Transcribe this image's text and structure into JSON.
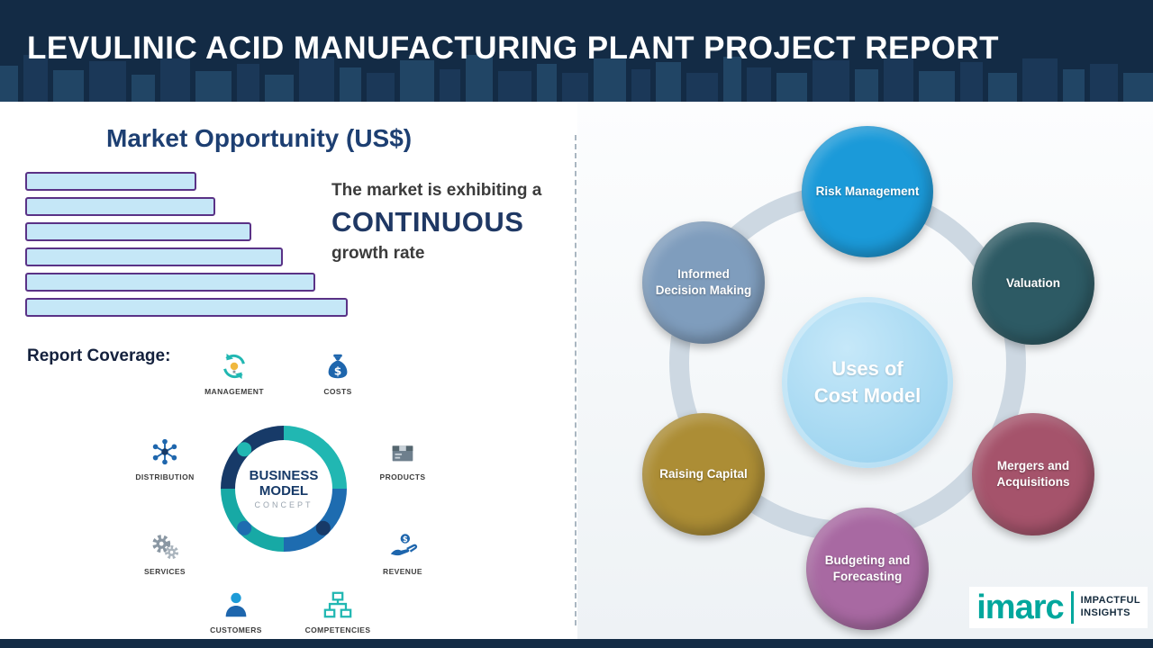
{
  "header": {
    "title": "LEVULINIC ACID MANUFACTURING PLANT PROJECT REPORT"
  },
  "market": {
    "title": "Market Opportunity (US$)",
    "statement_intro": "The market is exhibiting a",
    "statement_highlight": "CONTINUOUS",
    "statement_suffix": "growth rate"
  },
  "chart_data": {
    "type": "bar",
    "orientation": "horizontal",
    "title": "Market Opportunity (US$)",
    "values": [
      53,
      59,
      70,
      80,
      90,
      100
    ],
    "value_unit": "relative bar length (unlabeled axis)",
    "bar_fill": "#c5e7f7",
    "bar_border": "#5a3286",
    "grid": false,
    "legend": false
  },
  "report_coverage": {
    "label": "Report Coverage:",
    "center": {
      "line1": "BUSINESS",
      "line2": "MODEL",
      "line3": "CONCEPT"
    },
    "items": [
      {
        "id": "management",
        "label": "MANAGEMENT",
        "icon": "recycle-idea-icon"
      },
      {
        "id": "costs",
        "label": "COSTS",
        "icon": "money-bag-icon"
      },
      {
        "id": "distribution",
        "label": "DISTRIBUTION",
        "icon": "network-nodes-icon"
      },
      {
        "id": "products",
        "label": "PRODUCTS",
        "icon": "product-box-icon"
      },
      {
        "id": "services",
        "label": "SERVICES",
        "icon": "gears-icon"
      },
      {
        "id": "revenue",
        "label": "REVENUE",
        "icon": "hand-coin-icon"
      },
      {
        "id": "customers",
        "label": "CUSTOMERS",
        "icon": "person-icon"
      },
      {
        "id": "competencies",
        "label": "COMPETENCIES",
        "icon": "org-chart-icon"
      }
    ]
  },
  "cost_model": {
    "center_line1": "Uses of",
    "center_line2": "Cost Model",
    "nodes": [
      {
        "id": "risk-management",
        "label": "Risk Management",
        "color": "#1b9ad9"
      },
      {
        "id": "valuation",
        "label": "Valuation",
        "color": "#2d5a64"
      },
      {
        "id": "mergers-and-acquisitions",
        "label": "Mergers and Acquisitions",
        "color": "#a5536b"
      },
      {
        "id": "budgeting-and-forecasting",
        "label": "Budgeting and Forecasting",
        "color": "#a869a2"
      },
      {
        "id": "raising-capital",
        "label": "Raising Capital",
        "color": "#ac8d35"
      },
      {
        "id": "informed-decision-making",
        "label": "Informed Decision Making",
        "color": "#7f9dbd"
      }
    ]
  },
  "brand": {
    "logo_text": "imarc",
    "tagline_line1": "IMPACTFUL",
    "tagline_line2": "INSIGHTS",
    "logo_color": "#00a79d"
  },
  "colors": {
    "header_bg": "#132b45",
    "accent_navy": "#1f3864",
    "hub_fill": "#a3d7f1",
    "ring": "#cdd8e2"
  }
}
